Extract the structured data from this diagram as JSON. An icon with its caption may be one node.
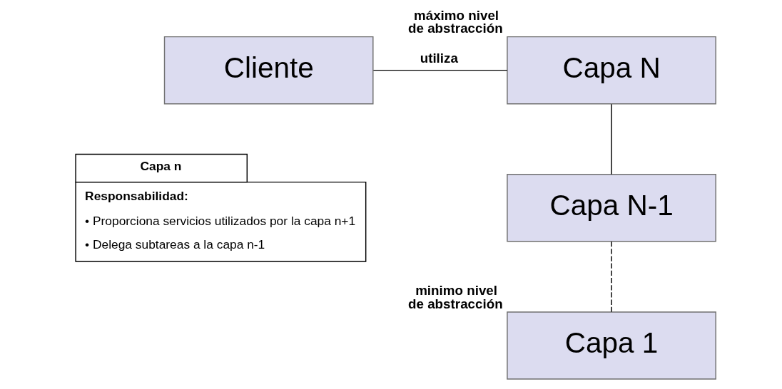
{
  "diagram": {
    "nodes": [
      {
        "text": [
          "Cliente"
        ]
      },
      {
        "text": [
          "Capa N"
        ],
        "beside": [
          "máximo nivel de abstracción"
        ]
      },
      {
        "text": [
          "Capa N-1"
        ]
      },
      {
        "text": [
          "Capa 1"
        ],
        "beside": [
          "minimo nivel de abstracción"
        ]
      },
      {
        "text": [
          "Capa n",
          "Responsabilidad:",
          "• Proporciona servicios utilizados por la capa n+1",
          "• Delega subtareas a la capa n-1"
        ]
      }
    ],
    "edges": [
      {
        "from": 0,
        "to": 1,
        "arrow": "none",
        "label": "utiliza"
      },
      {
        "from": 1,
        "to": 2,
        "arrow": "none"
      },
      {
        "from": 2,
        "to": 3,
        "arrow": "none",
        "style": "dashed"
      }
    ]
  }
}
